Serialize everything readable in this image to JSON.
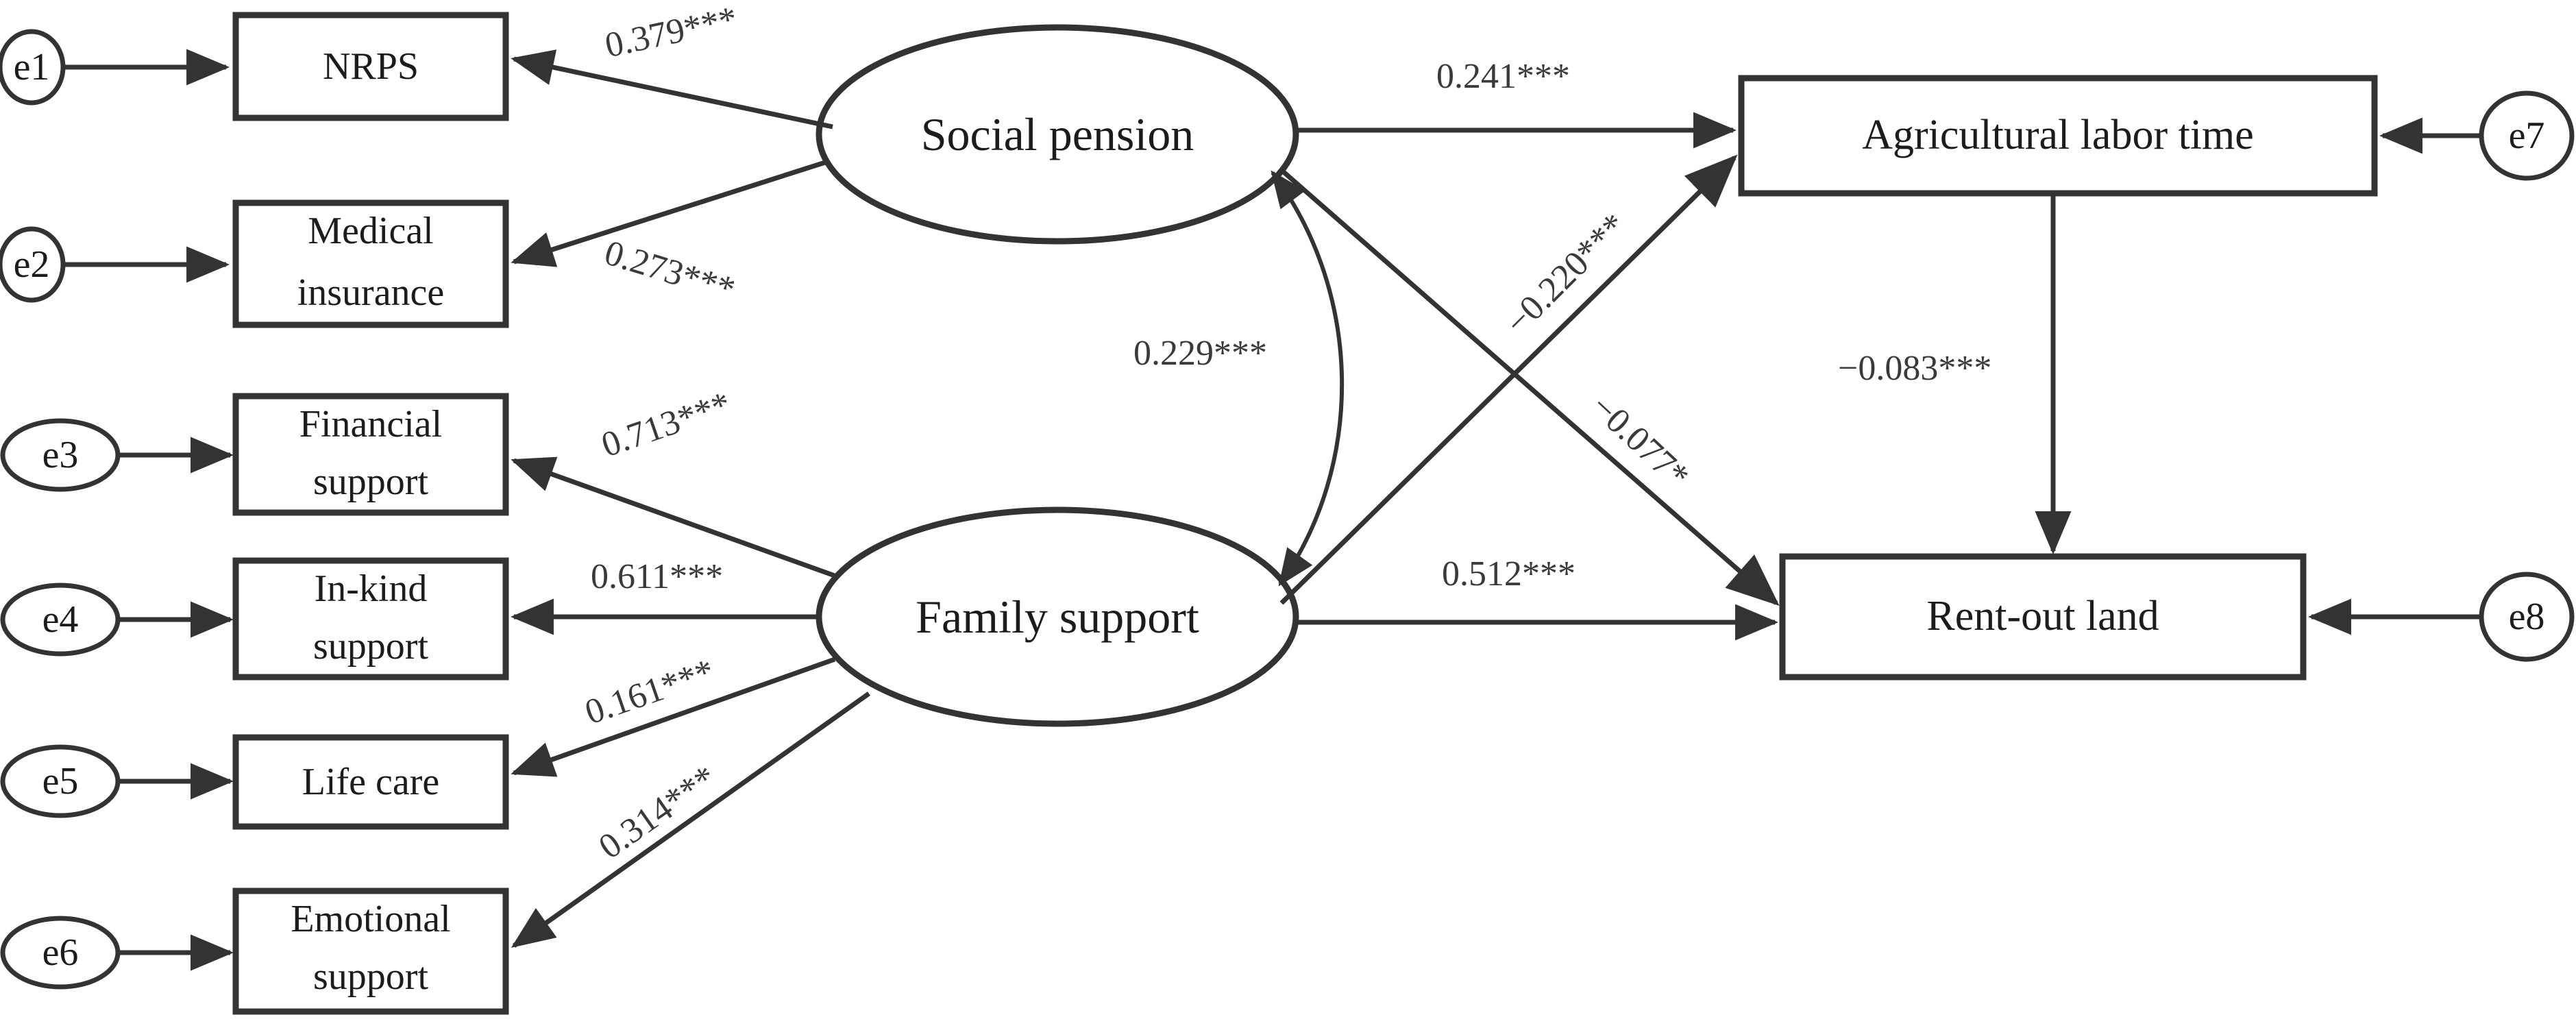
{
  "diagram": {
    "type": "sem-path-diagram",
    "title": "",
    "background_color": "#ffffff",
    "stroke_color": "#333333",
    "text_color": "#1c1c1c"
  },
  "error_terms": [
    {
      "id": "e1",
      "label": "e1"
    },
    {
      "id": "e2",
      "label": "e2"
    },
    {
      "id": "e3",
      "label": "e3"
    },
    {
      "id": "e4",
      "label": "e4"
    },
    {
      "id": "e5",
      "label": "e5"
    },
    {
      "id": "e6",
      "label": "e6"
    },
    {
      "id": "e7",
      "label": "e7"
    },
    {
      "id": "e8",
      "label": "e8"
    }
  ],
  "indicators": [
    {
      "id": "nrps",
      "line1": "NRPS",
      "line2": ""
    },
    {
      "id": "medical",
      "line1": "Medical",
      "line2": "insurance"
    },
    {
      "id": "financial",
      "line1": "Financial",
      "line2": "support"
    },
    {
      "id": "inkind",
      "line1": "In-kind",
      "line2": "support"
    },
    {
      "id": "lifecare",
      "line1": "Life care",
      "line2": ""
    },
    {
      "id": "emotional",
      "line1": "Emotional",
      "line2": "support"
    }
  ],
  "latent_factors": [
    {
      "id": "social_pension",
      "label": "Social pension"
    },
    {
      "id": "family_support",
      "label": "Family support"
    }
  ],
  "outcomes": [
    {
      "id": "agri_labor_time",
      "label": "Agricultural labor time"
    },
    {
      "id": "rent_out_land",
      "label": "Rent-out land"
    }
  ],
  "chart_data": {
    "type": "diagram",
    "paths": [
      {
        "id": "p-sp-nrps",
        "from": "social_pension",
        "to": "nrps",
        "coefficient": "0.379***",
        "value": 0.379,
        "significance": "***"
      },
      {
        "id": "p-sp-medical",
        "from": "social_pension",
        "to": "medical",
        "coefficient": "0.273***",
        "value": 0.273,
        "significance": "***"
      },
      {
        "id": "p-fs-financial",
        "from": "family_support",
        "to": "financial",
        "coefficient": "0.713***",
        "value": 0.713,
        "significance": "***"
      },
      {
        "id": "p-fs-inkind",
        "from": "family_support",
        "to": "inkind",
        "coefficient": "0.611***",
        "value": 0.611,
        "significance": "***"
      },
      {
        "id": "p-fs-lifecare",
        "from": "family_support",
        "to": "lifecare",
        "coefficient": "0.161***",
        "value": 0.161,
        "significance": "***"
      },
      {
        "id": "p-fs-emotional",
        "from": "family_support",
        "to": "emotional",
        "coefficient": "0.314***",
        "value": 0.314,
        "significance": "***"
      },
      {
        "id": "p-sp-agri",
        "from": "social_pension",
        "to": "agri_labor_time",
        "coefficient": "0.241***",
        "value": 0.241,
        "significance": "***"
      },
      {
        "id": "p-fs-agri",
        "from": "family_support",
        "to": "agri_labor_time",
        "coefficient": "−0.220***",
        "value": -0.22,
        "significance": "***"
      },
      {
        "id": "p-sp-rent",
        "from": "social_pension",
        "to": "rent_out_land",
        "coefficient": "−0.077*",
        "value": -0.077,
        "significance": "*"
      },
      {
        "id": "p-fs-rent",
        "from": "family_support",
        "to": "rent_out_land",
        "coefficient": "0.512***",
        "value": 0.512,
        "significance": "***"
      },
      {
        "id": "p-agri-rent",
        "from": "agri_labor_time",
        "to": "rent_out_land",
        "coefficient": "−0.083***",
        "value": -0.083,
        "significance": "***"
      },
      {
        "id": "p-sp-fs",
        "from": "social_pension",
        "to": "family_support",
        "coefficient": "0.229***",
        "value": 0.229,
        "significance": "***",
        "bidirectional": true
      }
    ]
  },
  "coefficients": {
    "sp_nrps": "0.379***",
    "sp_medical": "0.273***",
    "fs_financial": "0.713***",
    "fs_inkind": "0.611***",
    "fs_lifecare": "0.161***",
    "fs_emotional": "0.314***",
    "sp_agri": "0.241***",
    "fs_agri": "−0.220***",
    "sp_rent": "−0.077*",
    "fs_rent": "0.512***",
    "agri_rent": "−0.083***",
    "sp_fs": "0.229***"
  }
}
